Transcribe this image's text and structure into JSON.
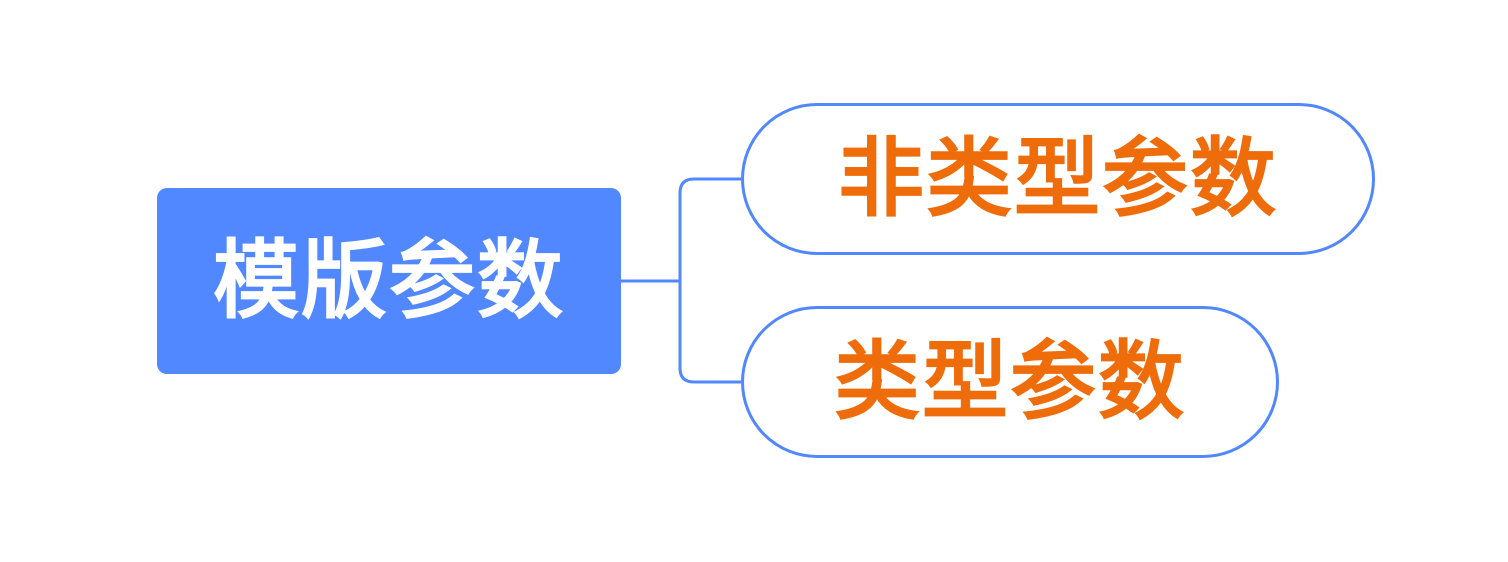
{
  "colors": {
    "root_fill": "#5187FF",
    "root_text": "#FFFFFF",
    "connector": "#5187FF",
    "child_border": "#5187FF",
    "child_text": "#EF6C0B",
    "background": "#FFFFFF"
  },
  "diagram": {
    "type": "mind-map",
    "root": {
      "label": "模版参数"
    },
    "children": [
      {
        "label": "非类型参数"
      },
      {
        "label": "类型参数"
      }
    ]
  }
}
